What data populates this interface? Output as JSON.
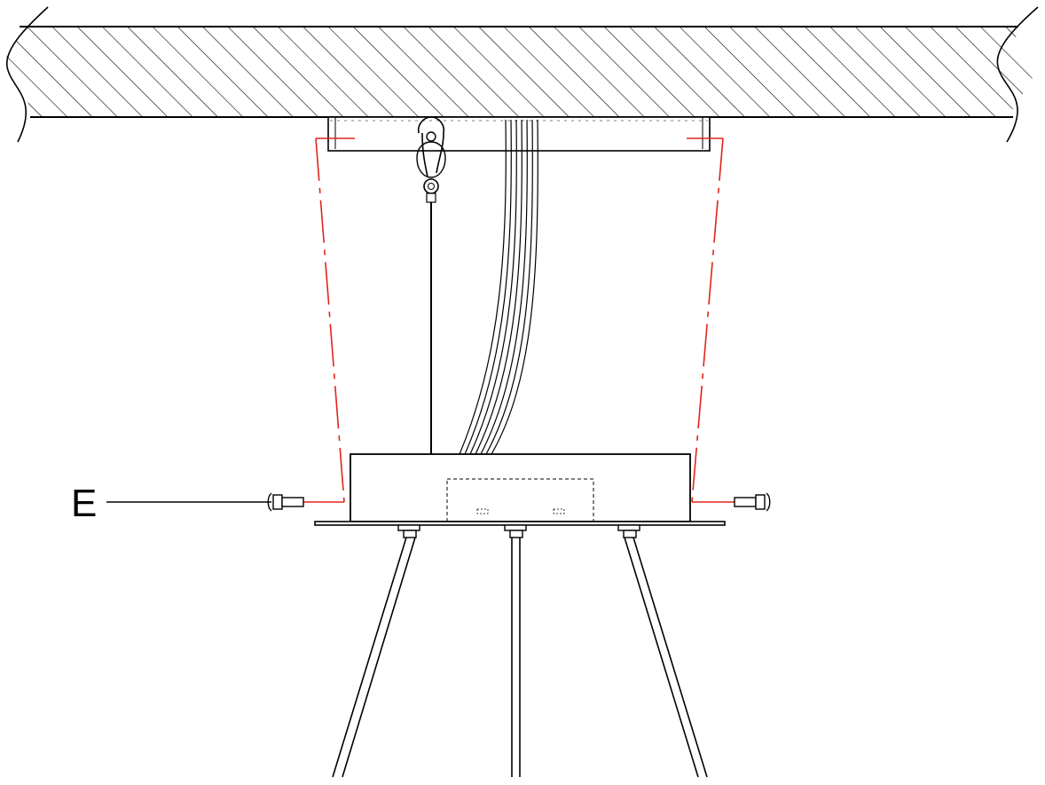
{
  "diagram": {
    "callouts": [
      {
        "id": "E",
        "text": "E"
      }
    ]
  },
  "colors": {
    "ink": "#000000",
    "guide": "#e2231a",
    "background": "#ffffff"
  },
  "icons": {
    "ceiling": "hatched-ceiling-slab",
    "bracket": "mounting-bracket",
    "hook": "ceiling-hook",
    "wire": "suspension-wire",
    "cables": "cable-bundle",
    "canopy": "canopy-box",
    "screw_left": "screw-icon",
    "screw_right": "screw-icon",
    "rods": "suspension-rods"
  }
}
